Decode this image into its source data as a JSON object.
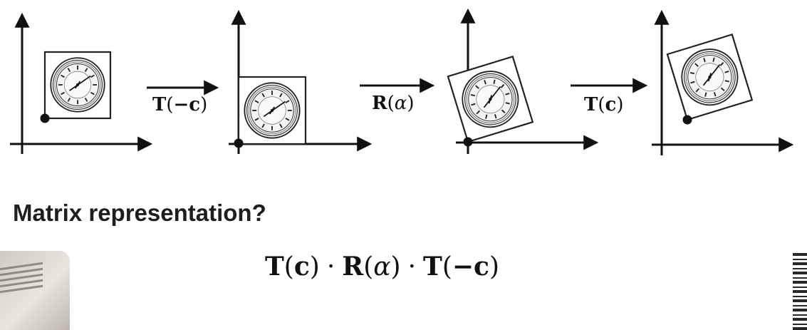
{
  "diagram": {
    "steps": [
      {
        "label_bold": "T",
        "label_arg": "−c",
        "arg_style": "bold"
      },
      {
        "label_bold": "R",
        "label_arg": "α",
        "arg_style": "italic"
      },
      {
        "label_bold": "T",
        "label_arg": "c",
        "arg_style": "bold"
      }
    ]
  },
  "heading": "Matrix representation?",
  "formula": {
    "t1": "T",
    "c1": "c",
    "r": "R",
    "alpha": "α",
    "t2": "T",
    "c2": "−c"
  },
  "colors": {
    "ink": "#111111",
    "text": "#1e1e1e",
    "background": "#ffffff"
  },
  "icons": [
    "clock-icon",
    "arrow-right-icon",
    "axes-icon"
  ]
}
